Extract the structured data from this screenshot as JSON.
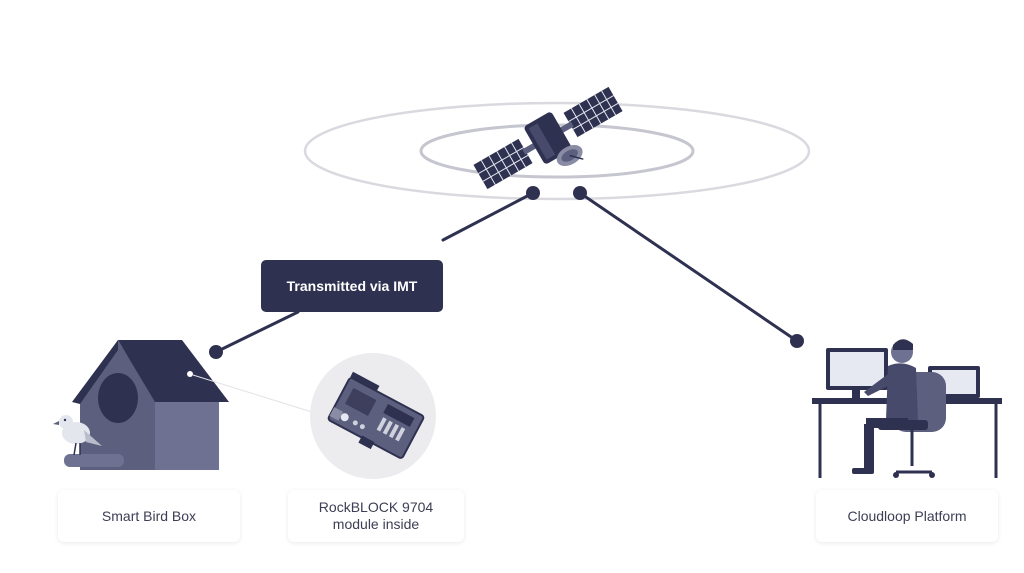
{
  "transmission": {
    "badge_label": "Transmitted via IMT"
  },
  "nodes": {
    "bird_box": {
      "label": "Smart Bird Box"
    },
    "module": {
      "line1": "RockBLOCK 9704",
      "line2": "module inside"
    },
    "cloud": {
      "label": "Cloudloop Platform"
    }
  },
  "colors": {
    "navy": "#2f3150",
    "slate": "#5c5f7e",
    "slate_light": "#8a8ca6",
    "orbit": "#d6d6de",
    "panel_fill": "#e6e9f2"
  },
  "icons": [
    "satellite-icon",
    "bird-house-icon",
    "bird-icon",
    "circuit-board-icon",
    "person-at-desk-icon"
  ]
}
